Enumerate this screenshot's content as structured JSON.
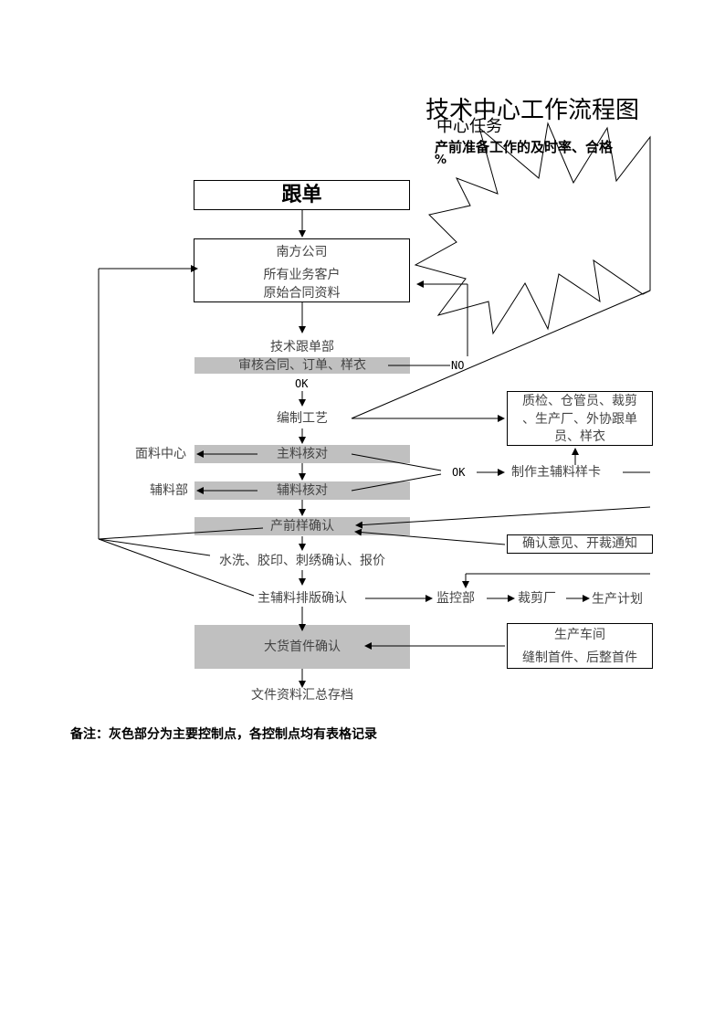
{
  "title": "技术中心工作流程图",
  "mission": {
    "heading": "中心任务",
    "text": "产前准备工作的及时率、合格",
    "pct": "%"
  },
  "nodes": {
    "follow": "跟单",
    "south_1": "南方公司",
    "south_2": "所有业务客户",
    "south_3": "原始合同资料",
    "tech_dept": "技术跟单部",
    "review": "审核合同、订单、样衣",
    "no": "NO",
    "ok1": "OK",
    "craft": "编制工艺",
    "qc_1": "质检、仓管员、裁剪",
    "qc_2": "、生产厂、外协跟单",
    "qc_3": "员、样衣",
    "fabric_center": "面料中心",
    "main_check": "主料核对",
    "aux_dept": "辅料部",
    "aux_check": "辅料核对",
    "ok2": "OK",
    "sample_card": "制作主辅料样卡",
    "pre_sample": "产前样确认",
    "opinion": "确认意见、开裁通知",
    "wash": "水洗、胶印、刺绣确认、报价",
    "layout": "主辅料排版确认",
    "monitor": "监控部",
    "cutting": "裁剪厂",
    "plan": "生产计划",
    "workshop_1": "生产车间",
    "workshop_2": "缝制首件、后整首件",
    "bulk": "大货首件确认",
    "archive": "文件资料汇总存档"
  },
  "note": "备注：灰色部分为主要控制点，各控制点均有表格记录",
  "colors": {
    "control_point": "#c0c0c0",
    "line": "#000000",
    "text": "#444444"
  }
}
